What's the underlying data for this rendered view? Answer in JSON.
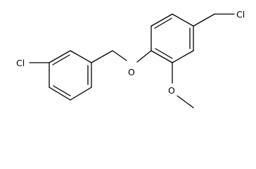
{
  "atom_labels": {
    "cl_left": "Cl",
    "o_ether": "O",
    "o_methoxy": "O",
    "cl_right": "Cl"
  }
}
